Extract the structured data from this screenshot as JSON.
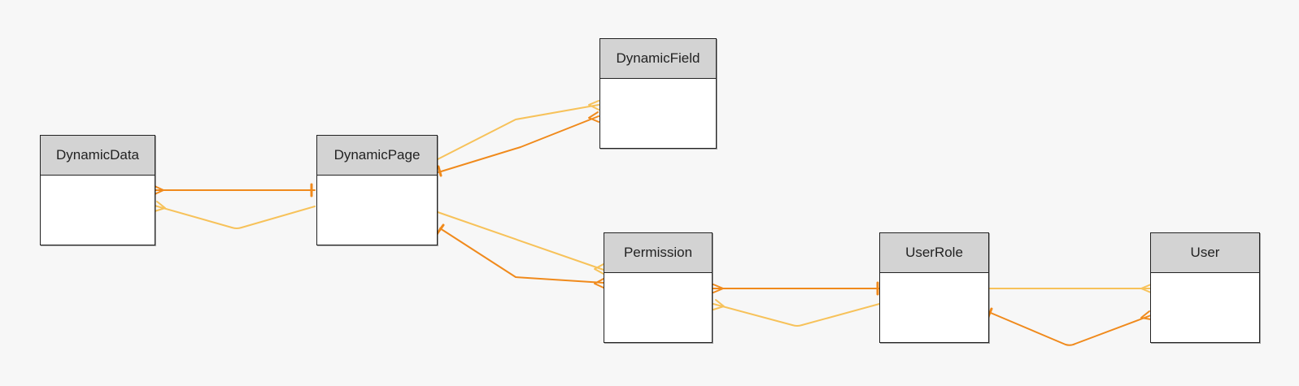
{
  "diagram": {
    "colors": {
      "background": "#f7f7f7",
      "header_fill": "#d3d3d3",
      "strong_edge": "#f08a1c",
      "light_edge": "#f7c25a"
    },
    "entities": [
      {
        "id": "dynamic-data",
        "name": "DynamicData"
      },
      {
        "id": "dynamic-page",
        "name": "DynamicPage"
      },
      {
        "id": "dynamic-field",
        "name": "DynamicField"
      },
      {
        "id": "permission",
        "name": "Permission"
      },
      {
        "id": "user-role",
        "name": "UserRole"
      },
      {
        "id": "user",
        "name": "User"
      }
    ],
    "relationships": [
      {
        "from": "DynamicData",
        "to": "DynamicPage",
        "from_end": "many",
        "to_end": "one",
        "style": "strong"
      },
      {
        "from": "DynamicData",
        "to": "DynamicPage",
        "from_end": "many",
        "to_end": "none",
        "style": "light"
      },
      {
        "from": "DynamicPage",
        "to": "DynamicField",
        "from_end": "none",
        "to_end": "many",
        "style": "light"
      },
      {
        "from": "DynamicPage",
        "to": "DynamicField",
        "from_end": "one",
        "to_end": "many",
        "style": "strong"
      },
      {
        "from": "DynamicPage",
        "to": "Permission",
        "from_end": "none",
        "to_end": "many",
        "style": "light"
      },
      {
        "from": "DynamicPage",
        "to": "Permission",
        "from_end": "one",
        "to_end": "many",
        "style": "strong"
      },
      {
        "from": "Permission",
        "to": "UserRole",
        "from_end": "many",
        "to_end": "one",
        "style": "strong"
      },
      {
        "from": "Permission",
        "to": "UserRole",
        "from_end": "many",
        "to_end": "none",
        "style": "light"
      },
      {
        "from": "UserRole",
        "to": "User",
        "from_end": "none",
        "to_end": "many",
        "style": "light"
      },
      {
        "from": "UserRole",
        "to": "User",
        "from_end": "one",
        "to_end": "many",
        "style": "strong"
      }
    ]
  }
}
